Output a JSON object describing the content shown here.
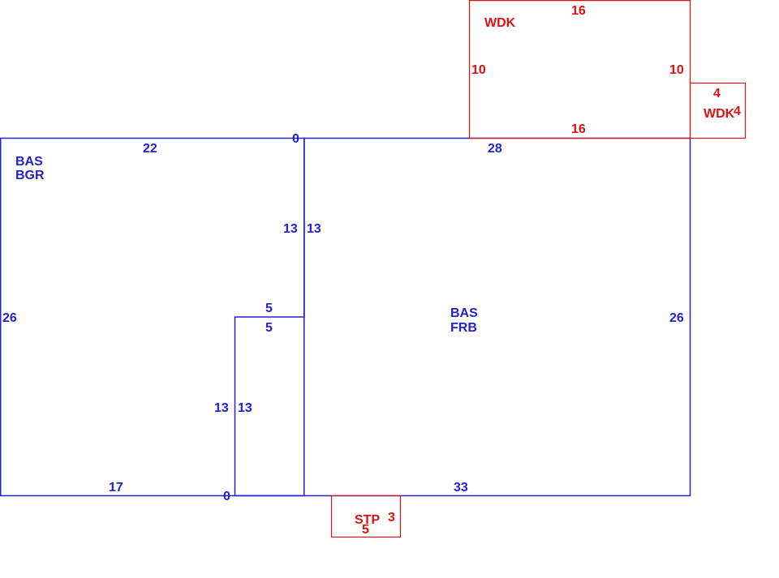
{
  "colors": {
    "main": "#2222cc",
    "addition": "#dd1111"
  },
  "areas": {
    "left": {
      "code1": "BAS",
      "code2": "BGR"
    },
    "right": {
      "code1": "BAS",
      "code2": "FRB"
    },
    "deck_top": {
      "code": "WDK"
    },
    "deck_small": {
      "code": "WDK"
    },
    "stoop": {
      "code": "STP"
    }
  },
  "dimensions": {
    "left_top": "22",
    "corner_zero_top": "0",
    "right_top": "28",
    "left_side": "26",
    "right_side": "26",
    "step_upper_left": "13",
    "step_upper_right": "13",
    "step_ledge_top": "5",
    "step_ledge_bottom": "5",
    "step_lower_left": "13",
    "step_lower_right": "13",
    "left_bottom": "17",
    "corner_zero_bottom": "0",
    "right_bottom": "33",
    "deck_top_top": "16",
    "deck_top_bottom": "16",
    "deck_top_left": "10",
    "deck_top_right": "10",
    "deck_small_top": "4",
    "deck_small_right": "4",
    "stoop_right": "3",
    "stoop_bottom": "5"
  }
}
